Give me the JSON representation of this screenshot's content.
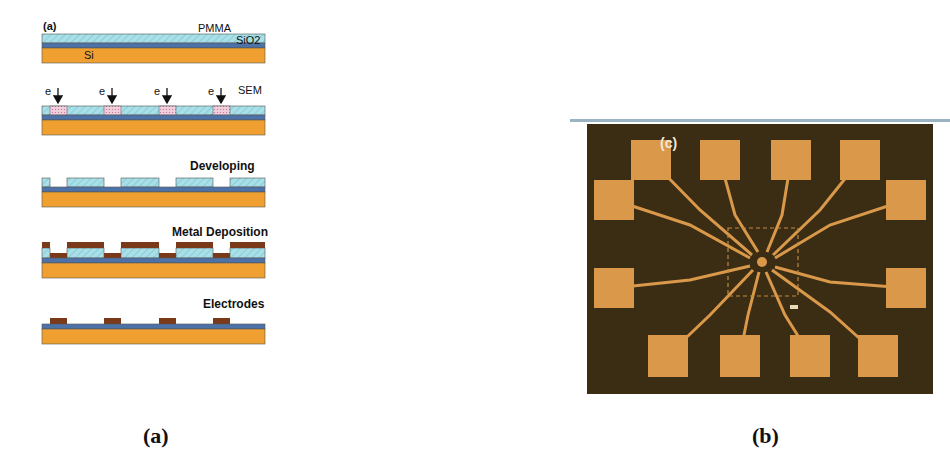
{
  "diagram": {
    "labels": [
      "(a)",
      "PMMA",
      "SiO2",
      "Si",
      "e",
      "e",
      "e",
      "e",
      "SEM",
      "Developing",
      "Metal Deposition",
      "Electrodes",
      "(c)",
      "(a)",
      "(b)"
    ]
  }
}
